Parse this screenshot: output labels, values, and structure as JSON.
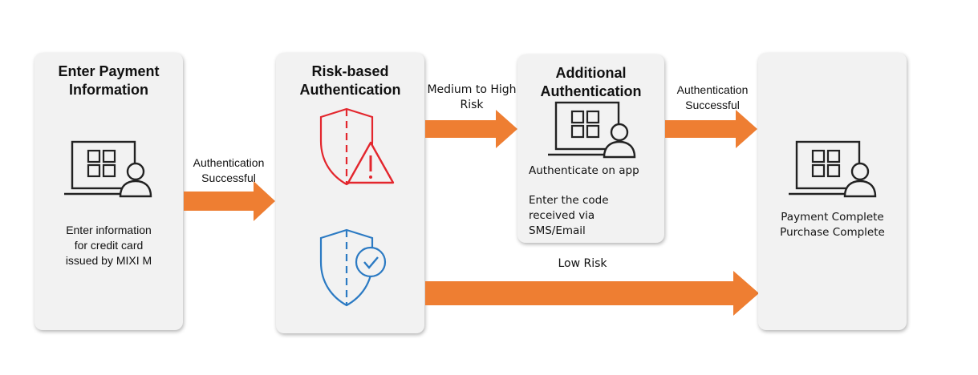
{
  "colors": {
    "card_bg": "#f2f2f2",
    "arrow": "#ee7e32",
    "risk_red": "#e3262d",
    "safe_blue": "#2b7ac3",
    "icon_dark": "#222222"
  },
  "steps": {
    "enter_payment": {
      "title": "Enter Payment\nInformation",
      "description": "Enter information\nfor credit card\nissued by MIXI M",
      "icon": "laptop-user-icon"
    },
    "risk_based": {
      "title": "Risk-based\nAuthentication",
      "icons": [
        "shield-warning-icon",
        "shield-check-icon"
      ]
    },
    "additional": {
      "title": "Additional\nAuthentication",
      "line1": "Authenticate on app",
      "line2": "Enter the code\nreceived via\nSMS/Email",
      "icon": "laptop-user-icon"
    },
    "complete": {
      "description": "Payment Complete\nPurchase Complete",
      "icon": "laptop-user-icon"
    }
  },
  "arrows": {
    "first": "Authentication\nSuccessful",
    "medium_high": "Medium to High\nRisk",
    "second": "Authentication\nSuccessful",
    "low": "Low Risk"
  }
}
